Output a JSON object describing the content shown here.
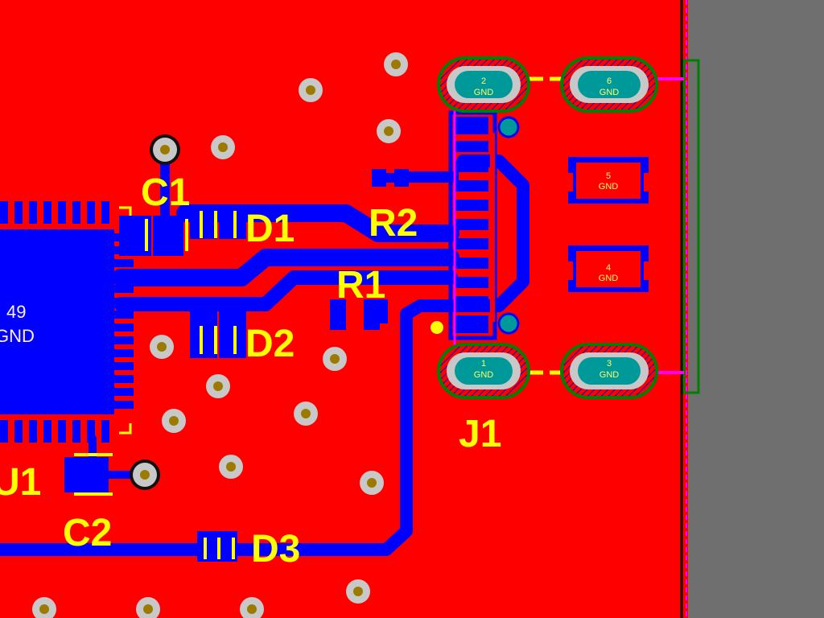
{
  "colors": {
    "top_copper": "#ff0000",
    "bottom_copper": "#0000ff",
    "silkscreen": "#ffff00",
    "pad_fill": "#009999",
    "board_outside": "#6f6f6f",
    "keepout": "#ff00ff",
    "mechanical": "#008000"
  },
  "designators": {
    "c1": "C1",
    "c2": "C2",
    "d1": "D1",
    "d2": "D2",
    "d3": "D3",
    "r1": "R1",
    "r2": "R2",
    "j1": "J1",
    "u1": "U1"
  },
  "u1_exposed_pad": {
    "number": "49",
    "net": "GND"
  },
  "j1_pads": [
    {
      "number": "2",
      "net": "GND"
    },
    {
      "number": "6",
      "net": "GND"
    },
    {
      "number": "5",
      "net": "GND"
    },
    {
      "number": "4",
      "net": "GND"
    },
    {
      "number": "1",
      "net": "GND"
    },
    {
      "number": "3",
      "net": "GND"
    }
  ]
}
